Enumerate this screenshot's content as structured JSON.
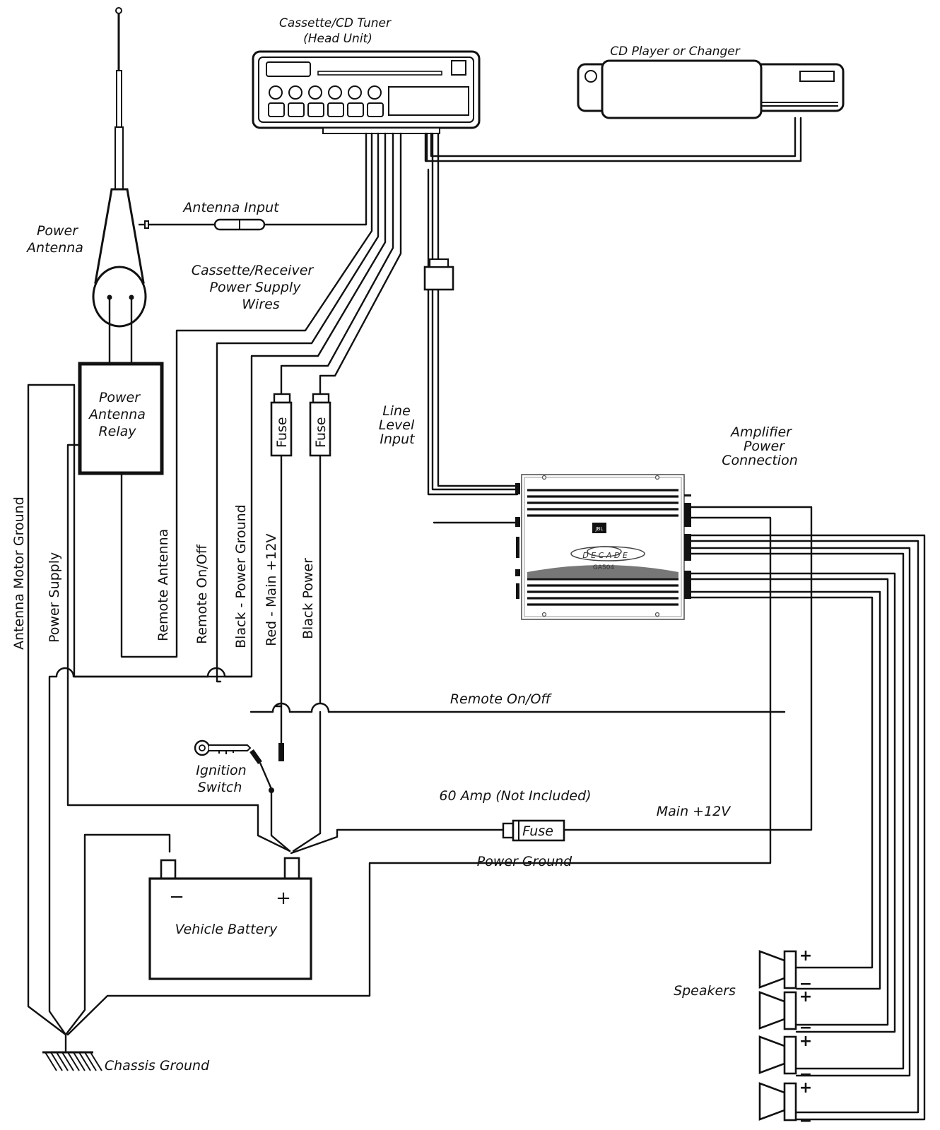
{
  "head_unit": {
    "line1": "Cassette/CD Tuner",
    "line2": "(Head Unit)"
  },
  "cd_changer": {
    "label": "CD Player or Changer"
  },
  "antenna": {
    "line1": "Power",
    "line2": "Antenna",
    "input_label": "Antenna Input"
  },
  "supply_wires": {
    "line1": "Cassette/Receiver",
    "line2": "Power Supply",
    "line3": "Wires"
  },
  "relay": {
    "line1": "Power",
    "line2": "Antenna",
    "line3": "Relay"
  },
  "line_level": {
    "line1": "Line",
    "line2": "Level",
    "line3": "Input"
  },
  "amp_power": {
    "line1": "Amplifier",
    "line2": "Power",
    "line3": "Connection"
  },
  "amp_face": {
    "brand": "JBL",
    "series": "D E C A D E",
    "model": "GA504"
  },
  "fuse_label": "Fuse",
  "wire_labels": {
    "antenna_motor_ground": "Antenna Motor Ground",
    "power_supply": "Power Supply",
    "remote_antenna": "Remote Antenna",
    "remote_on_off": "Remote On/Off",
    "black_power_ground": "Black - Power Ground",
    "red_main": "Red - Main +12V",
    "black_power": "Black Power"
  },
  "remote_label": "Remote On/Off",
  "ignition": {
    "line1": "Ignition",
    "line2": "Switch"
  },
  "amp_fuse": {
    "rating": "60 Amp (Not Included)",
    "label": "Fuse"
  },
  "main_12v": "Main +12V",
  "power_ground": "Power Ground",
  "battery": {
    "label": "Vehicle Battery",
    "neg": "−",
    "pos": "+"
  },
  "speakers": {
    "label": "Speakers",
    "plus": "+",
    "minus": "−"
  },
  "chassis_ground": "Chassis Ground"
}
